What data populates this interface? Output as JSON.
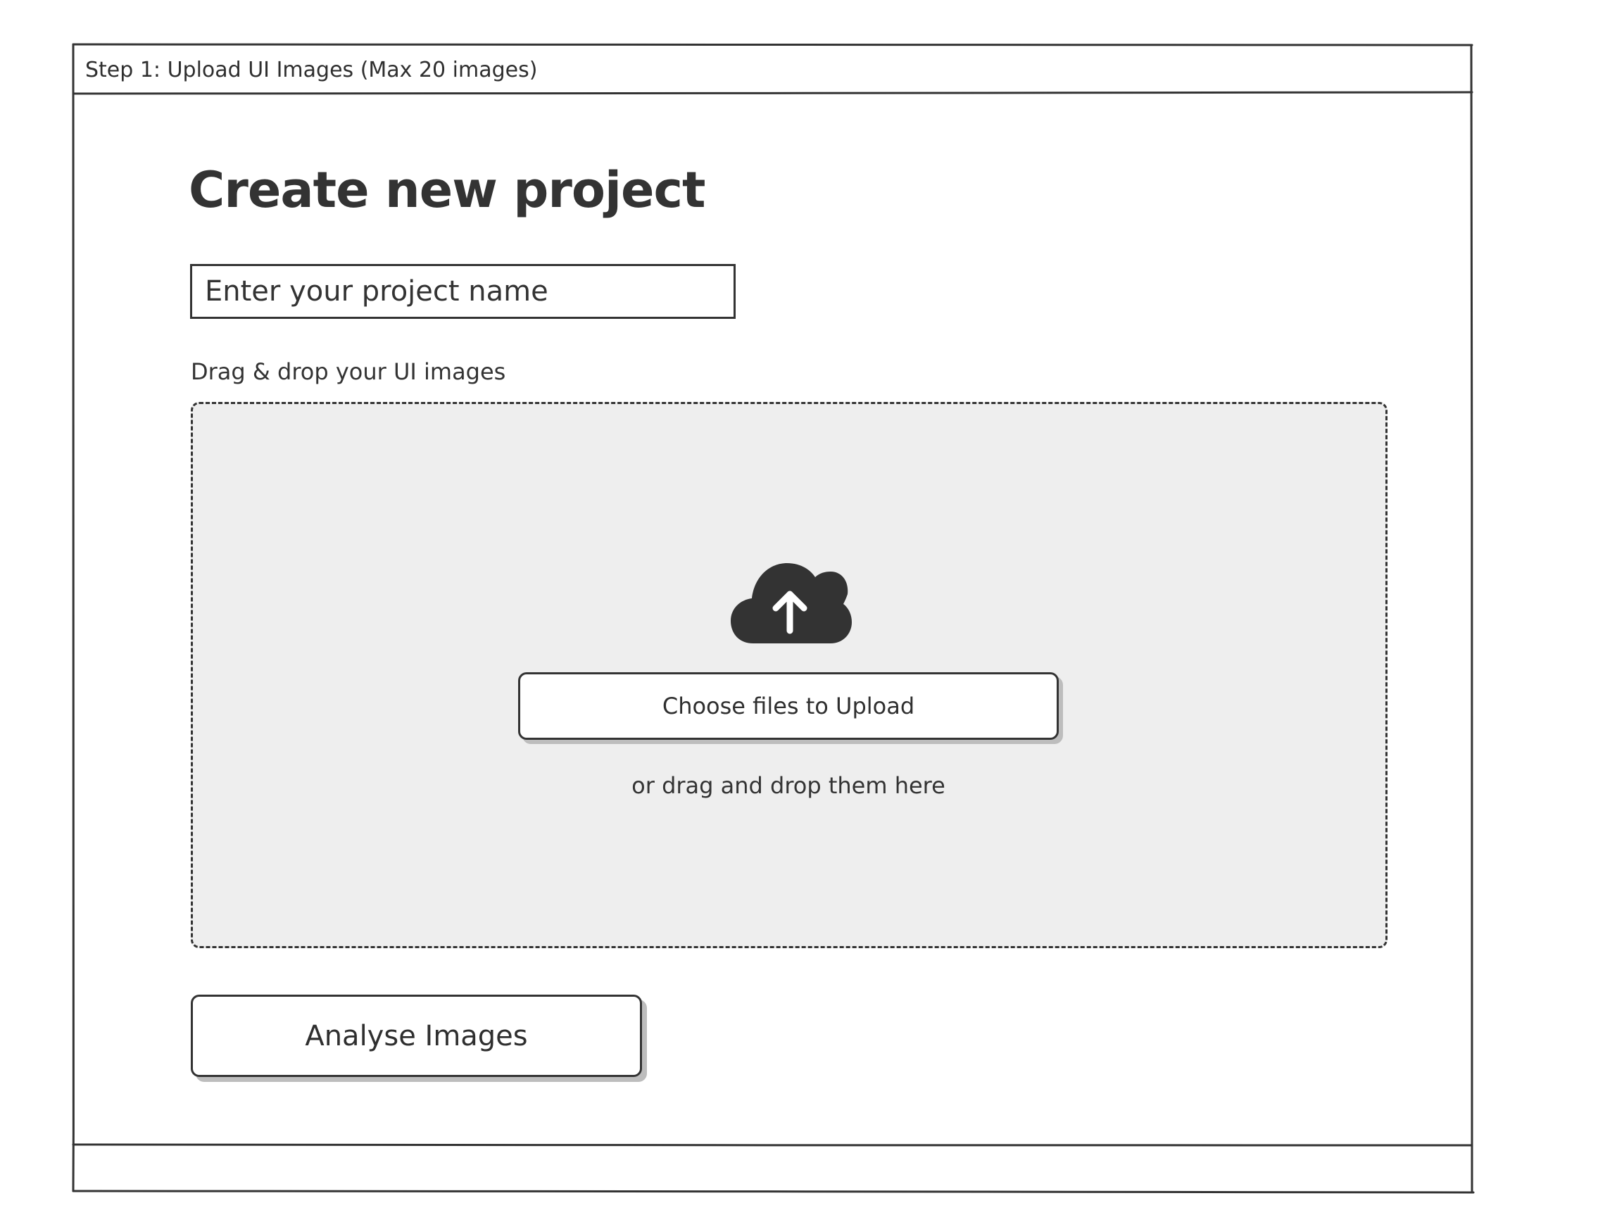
{
  "window": {
    "title": "Step 1: Upload UI Images (Max 20 images)"
  },
  "main": {
    "title": "Create new project",
    "project_name_input": {
      "placeholder": "Enter your project name",
      "value": ""
    },
    "dropzone": {
      "label": "Drag & drop your UI images",
      "icon": "cloud-upload-icon",
      "choose_button_label": "Choose files to Upload",
      "hint": "or drag and drop them here"
    },
    "analyse_button_label": "Analyse Images"
  },
  "colors": {
    "ink": "#333333",
    "dropzone_background": "#eeeeee",
    "button_shadow": "#bdbdbd",
    "page_background": "#ffffff"
  }
}
